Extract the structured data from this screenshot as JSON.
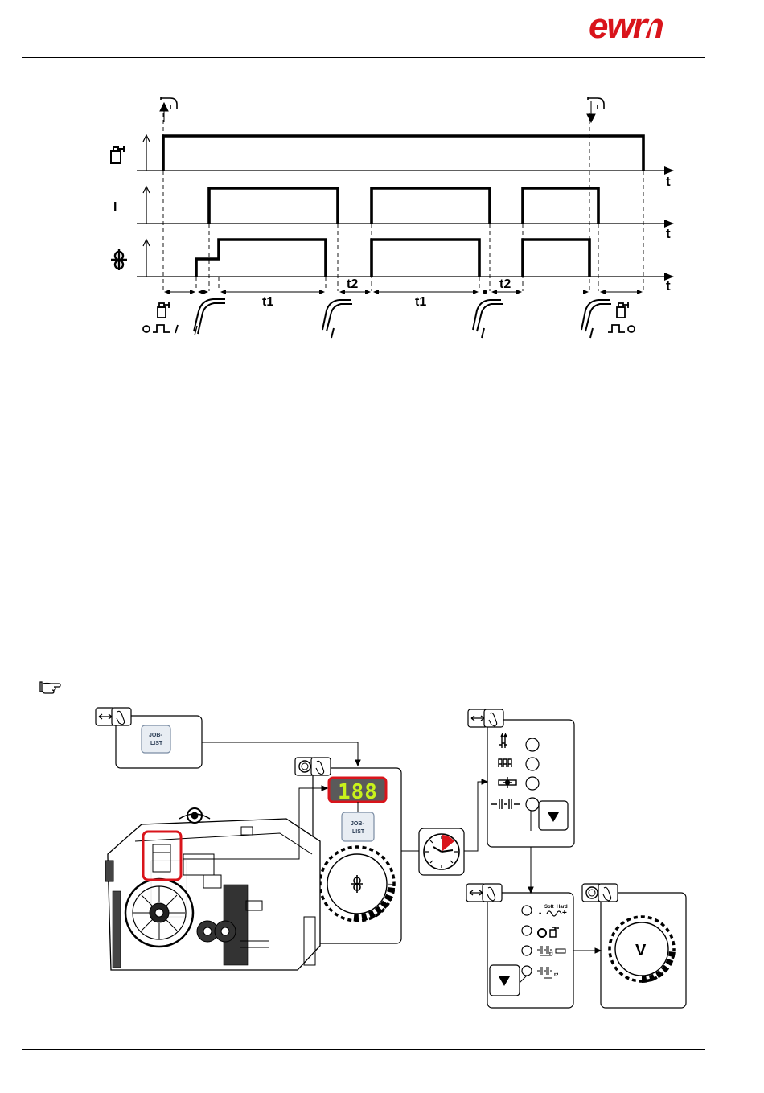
{
  "brand": {
    "logo_text": "ewm"
  },
  "timing_diagram": {
    "axis_label": "t",
    "row_symbols": {
      "current": "I"
    },
    "interval_labels": [
      "t1",
      "t2",
      "t1",
      "t2"
    ]
  },
  "note_icon": "pointing-hand-note-icon",
  "controls": {
    "job_list_label_line1": "JOB-",
    "job_list_label_line2": "LIST",
    "display_value": "188",
    "soft_label": "Soft",
    "hard_label": "Hard",
    "soft_sign": "-",
    "hard_sign": "+",
    "t1_label": "t1",
    "t2_label": "t2",
    "voltage_label": "V"
  },
  "colors": {
    "highlight": "#d9141b",
    "display_green": "#c9f21a",
    "display_bg": "#5a5a5a",
    "key_bg": "#e8edf3"
  }
}
